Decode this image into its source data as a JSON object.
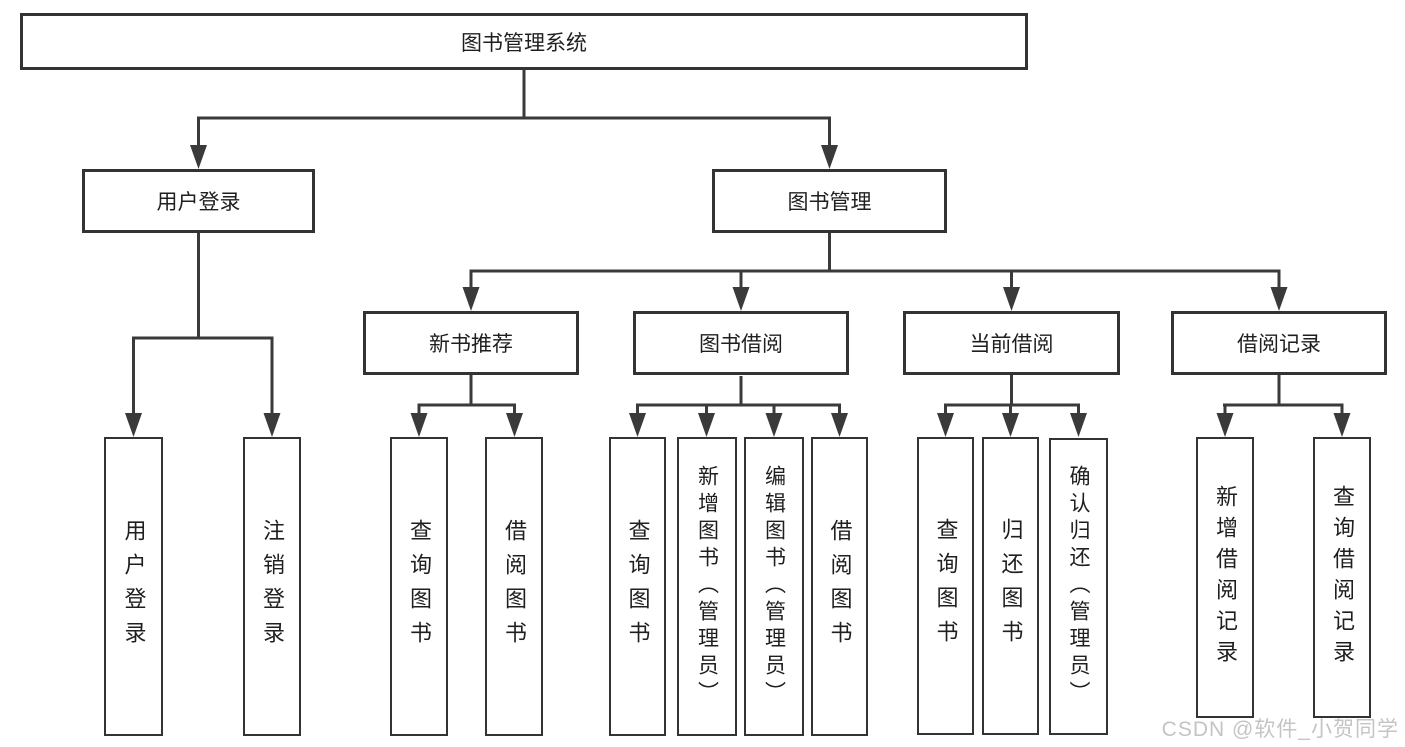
{
  "diagram_title": "图书管理系统",
  "nodes": {
    "root": "图书管理系统",
    "user_login": "用户登录",
    "book_mgmt": "图书管理",
    "new_book_rec": "新书推荐",
    "book_borrow": "图书借阅",
    "current_borrow": "当前借阅",
    "borrow_records": "借阅记录",
    "leaf_user_login": "用户登录",
    "leaf_logout": "注销登录",
    "leaf_nb_query": "查询图书",
    "leaf_nb_borrow": "借阅图书",
    "leaf_bb_query": "查询图书",
    "leaf_bb_add": "新增图书（管理员）",
    "leaf_bb_edit": "编辑图书（管理员）",
    "leaf_bb_borrow": "借阅图书",
    "leaf_cb_query": "查询图书",
    "leaf_cb_return": "归还图书",
    "leaf_cb_confirm": "确认归还（管理员）",
    "leaf_br_add": "新增借阅记录",
    "leaf_br_query": "查询借阅记录"
  },
  "watermark": "CSDN @软件_小贺同学",
  "colors": {
    "line": "#3a3a3a",
    "box_border": "#333333",
    "text": "#1f1f1f",
    "background": "#ffffff",
    "watermark": "#c4c4c4"
  }
}
